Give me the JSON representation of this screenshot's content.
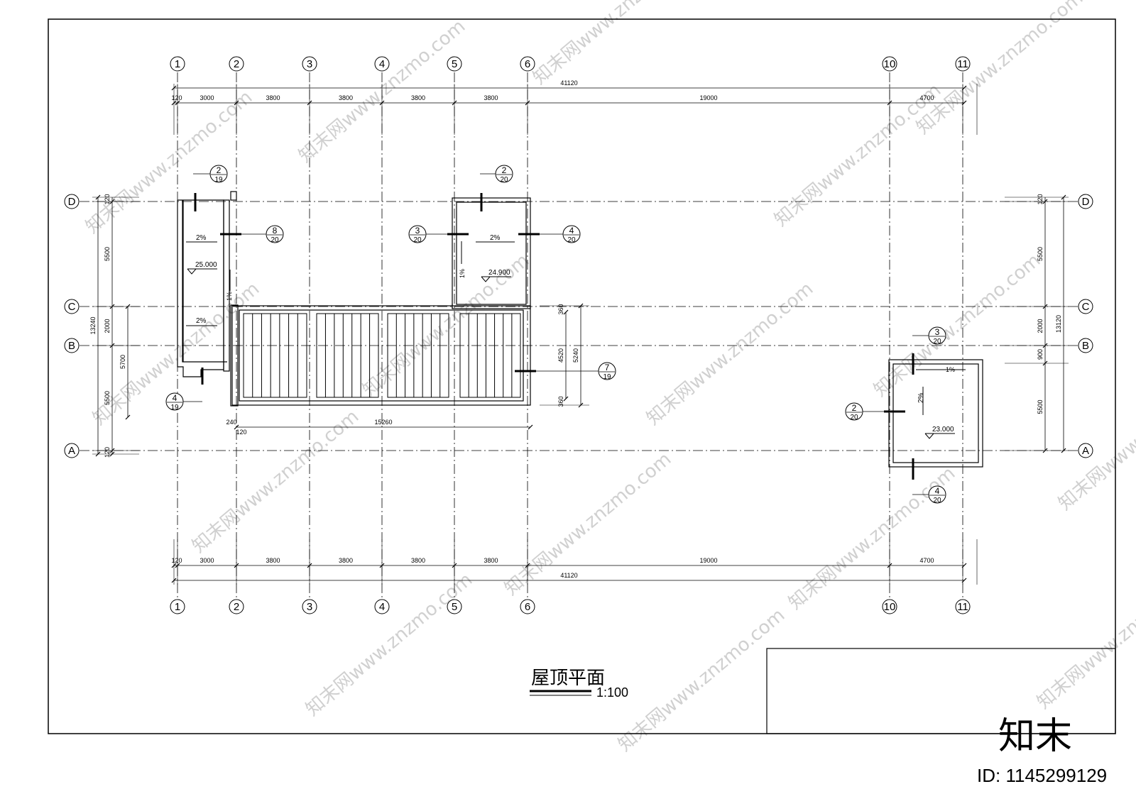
{
  "title": {
    "name": "屋顶平面",
    "scale": "1:100"
  },
  "axes": {
    "columns": [
      "1",
      "2",
      "3",
      "4",
      "5",
      "6",
      "10",
      "11"
    ],
    "rows": [
      "A",
      "B",
      "C",
      "D"
    ]
  },
  "dimensions": {
    "top_total": "41120",
    "top_segments": [
      "120",
      "3000",
      "3800",
      "3800",
      "3800",
      "3800",
      "19000",
      "4700"
    ],
    "bottom_total": "41120",
    "bottom_segments": [
      "120",
      "3000",
      "3800",
      "3800",
      "3800",
      "3800",
      "19000",
      "4700"
    ],
    "left_total": "13240",
    "left_segments": [
      "120",
      "5500",
      "2000",
      "5500",
      "120"
    ],
    "left_inner": "5700",
    "right_total": "13120",
    "right_segments": [
      "120",
      "5500",
      "2000",
      "900",
      "5500"
    ],
    "roof_width": "15260",
    "wall_a": "240",
    "wall_b": "120",
    "roof_depth": "5240",
    "roof_inner": "4520",
    "roof_edge_top": "360",
    "roof_edge_bottom": "360"
  },
  "elevations": {
    "left": "25.000",
    "middle": "24.900",
    "right": "23.000"
  },
  "slopes": {
    "two_percent": "2%",
    "one_percent": "1%"
  },
  "details": [
    {
      "top": "2",
      "bottom": "19"
    },
    {
      "top": "8",
      "bottom": "20"
    },
    {
      "top": "4",
      "bottom": "19"
    },
    {
      "top": "2",
      "bottom": "20"
    },
    {
      "top": "3",
      "bottom": "20"
    },
    {
      "top": "4",
      "bottom": "20"
    },
    {
      "top": "7",
      "bottom": "19"
    },
    {
      "top": "3",
      "bottom": "20"
    },
    {
      "top": "2",
      "bottom": "20"
    },
    {
      "top": "4",
      "bottom": "20"
    }
  ],
  "watermark": {
    "logo": "知末",
    "id": "ID: 1145299129",
    "text": "知末网www.znzmo.com"
  }
}
